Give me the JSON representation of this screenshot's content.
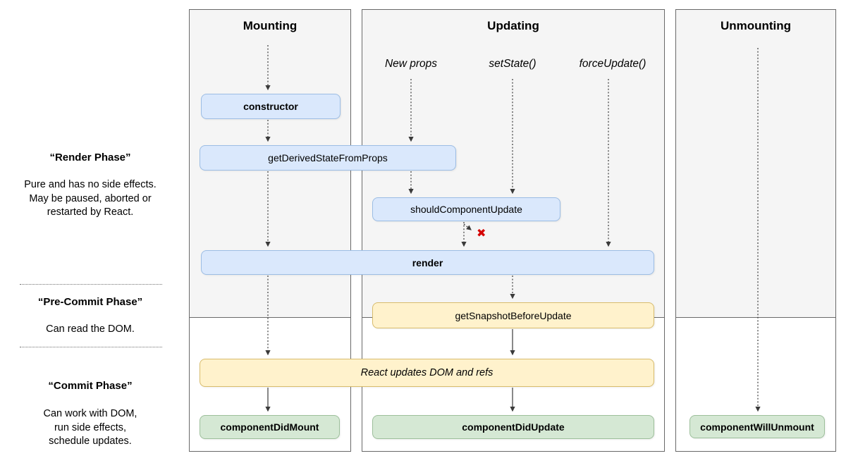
{
  "sidebar": {
    "render_phase": {
      "title": "“Render Phase”",
      "lines": [
        "Pure and has no side effects.",
        "May be paused, aborted or",
        "restarted by React."
      ]
    },
    "pre_commit_phase": {
      "title": "“Pre-Commit Phase”",
      "lines": [
        "Can read the DOM."
      ]
    },
    "commit_phase": {
      "title": "“Commit Phase”",
      "lines": [
        "Can work with DOM,",
        "run side effects,",
        "schedule updates."
      ]
    }
  },
  "columns": {
    "mounting": {
      "title": "Mounting"
    },
    "updating": {
      "title": "Updating",
      "triggers": {
        "new_props": "New props",
        "set_state": "setState()",
        "force_update": "forceUpdate()"
      }
    },
    "unmounting": {
      "title": "Unmounting"
    }
  },
  "boxes": {
    "constructor": "constructor",
    "get_derived_state_from_props": "getDerivedStateFromProps",
    "should_component_update": "shouldComponentUpdate",
    "render": "render",
    "get_snapshot_before_update": "getSnapshotBeforeUpdate",
    "react_updates_dom": "React updates DOM and refs",
    "component_did_mount": "componentDidMount",
    "component_did_update": "componentDidUpdate",
    "component_will_unmount": "componentWillUnmount"
  },
  "markers": {
    "blocked": "✖"
  },
  "colors": {
    "box_blue_fill": "#dae8fc",
    "box_yellow_fill": "#fff2cc",
    "box_green_fill": "#d5e8d4",
    "column_gray_fill": "#f5f5f5",
    "blocked_red": "#d40000"
  }
}
